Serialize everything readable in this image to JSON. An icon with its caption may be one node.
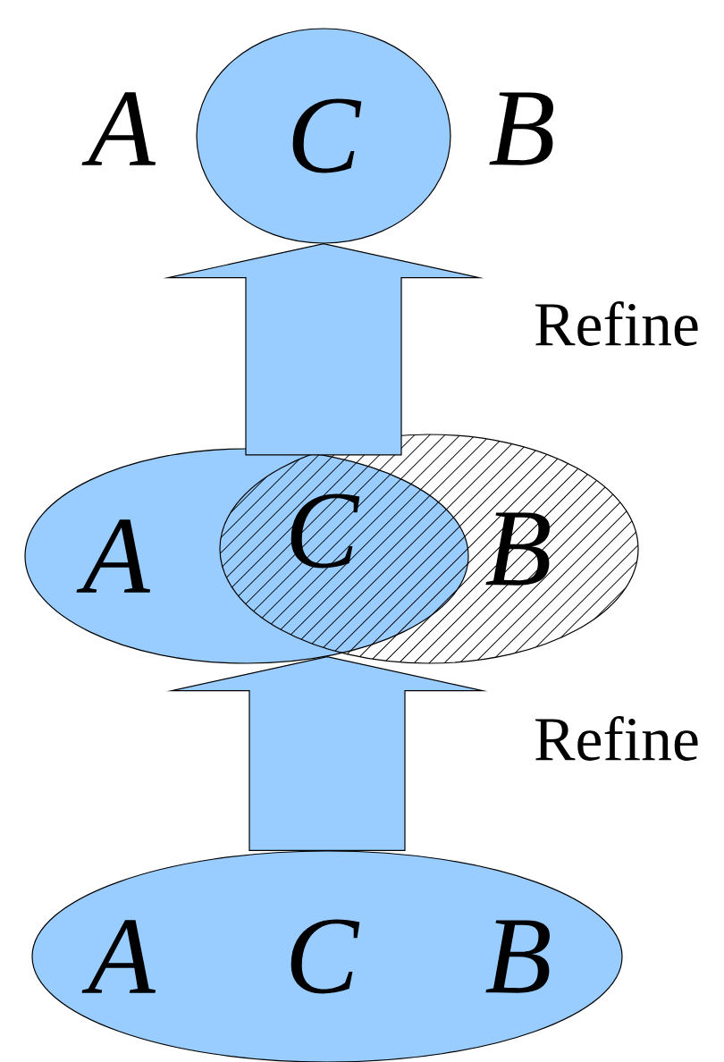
{
  "diagram": {
    "nodes": [
      {
        "text": [
          "C"
        ],
        "beside": [
          "A",
          "B"
        ]
      },
      {
        "text": [
          "A"
        ]
      },
      {
        "text": [
          "B"
        ]
      },
      {
        "text": [
          "A",
          "C",
          "B"
        ]
      }
    ],
    "edges": [
      {
        "from": 1,
        "to": 0,
        "arrow": "to",
        "label": "Refine"
      },
      {
        "from": 3,
        "to": 1,
        "arrow": "to",
        "label": "Refine"
      }
    ],
    "labels": [
      "C"
    ]
  }
}
